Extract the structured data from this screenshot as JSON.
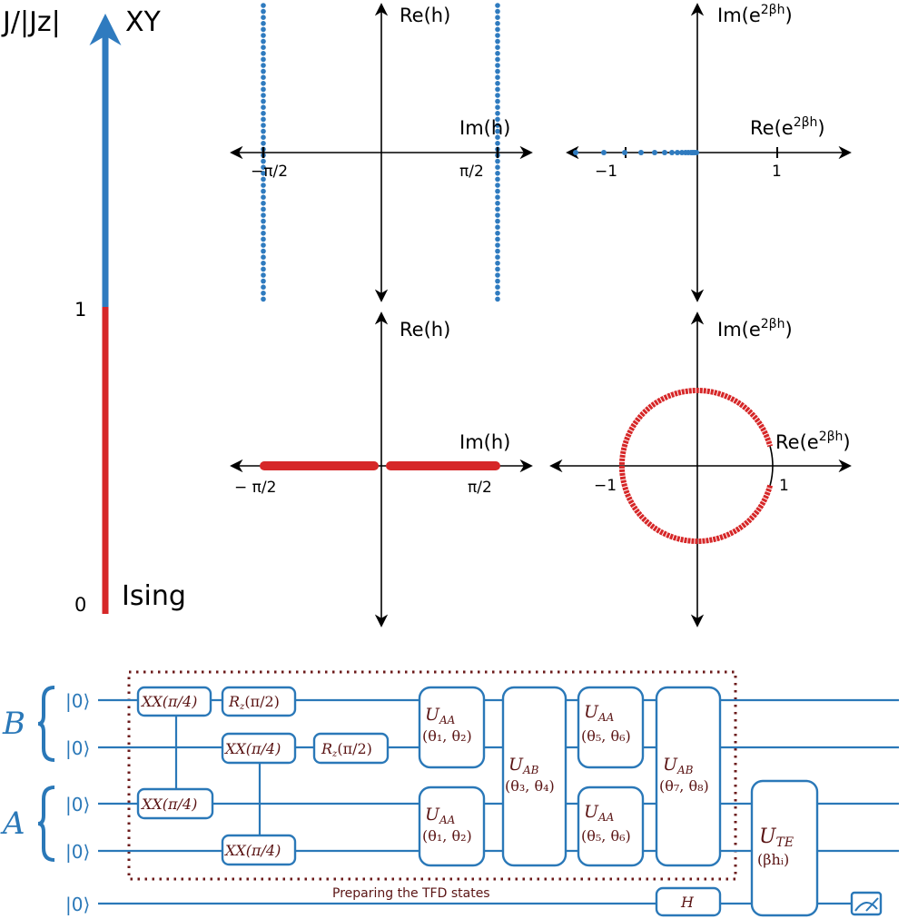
{
  "colors": {
    "xy": "#2f7bbf",
    "ising": "#d62728",
    "circuit": "#2a78b8",
    "gate_text": "#5a1414",
    "frame": "#6b1a1a"
  },
  "coupling_axis": {
    "label": "J/|Jz|",
    "top_label": "XY",
    "bottom_label": "Ising",
    "tick_1": "1",
    "tick_0": "0"
  },
  "plots": {
    "h_vertical": "Re(h)",
    "h_horizontal": "Im(h)",
    "h_tick_neg": "−π/2",
    "h_tick_pos": "π/2",
    "h_tick_neg_bottom": "− π/2",
    "e_vertical_base": "Im(e",
    "e_horizontal_base": "Re(e",
    "e_sup": "2βh",
    "e_close": ")",
    "e_tick_neg": "−1",
    "e_tick_pos": "1"
  },
  "circuit": {
    "ket": "|0⟩",
    "register_b": "B",
    "register_a": "A",
    "xx": "XX(π/4)",
    "rz_main": "R",
    "rz_sub": "z",
    "rz_arg": "(π/2)",
    "u_main": "U",
    "uaa_sub": "AA",
    "uab_sub": "AB",
    "ute_sub": "TE",
    "args_12": "(θ₁, θ₂)",
    "args_34": "(θ₃, θ₄)",
    "args_56": "(θ₅, θ₆)",
    "args_78": "(θ₇, θ₈)",
    "ute_arg": "(βhᵢ)",
    "hadamard": "H",
    "frame_caption": "Preparing the TFD states",
    "measure_icon": "meter-icon"
  }
}
